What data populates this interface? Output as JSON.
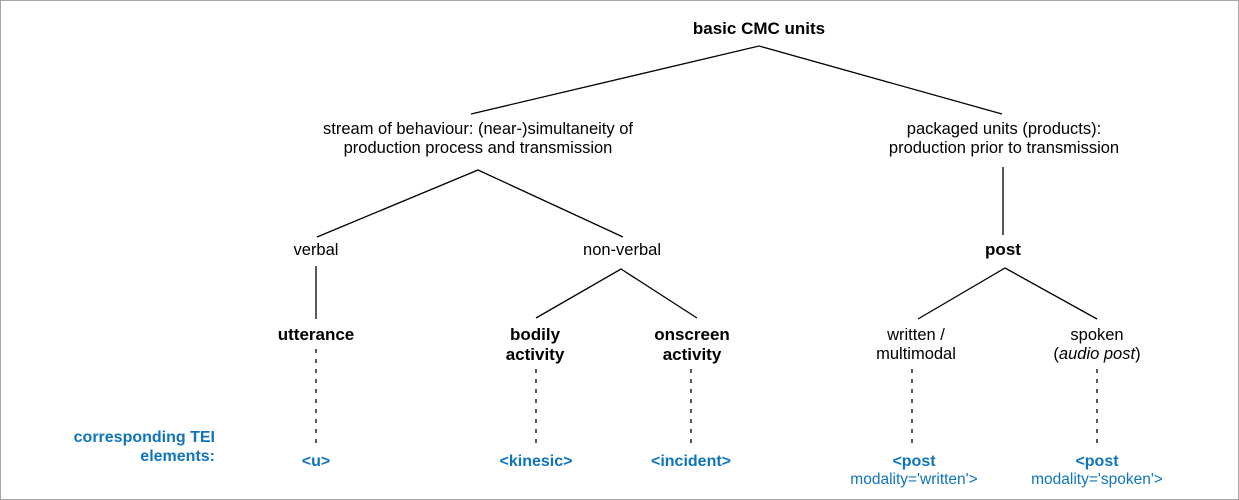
{
  "figure": {
    "title": "basic CMC units",
    "colors": {
      "text": "#000000",
      "tei_blue": "#0f74bc",
      "line": "#000000",
      "border": "#a6a6a6",
      "background": "#ffffff"
    }
  },
  "tree": {
    "root": {
      "label": "basic CMC units"
    },
    "level2": {
      "left": "stream of behaviour: (near-)simultaneity of\nproduction process and transmission",
      "right": "packaged units (products):\nproduction prior to transmission"
    },
    "level3": {
      "verbal": "verbal",
      "nonverbal": "non-verbal",
      "post": "post"
    },
    "level4": {
      "utterance": "utterance",
      "bodily_activity": "bodily\nactivity",
      "onscreen_activity": "onscreen\nactivity",
      "written_multimodal": "written /\nmultimodal",
      "spoken_line1": "spoken",
      "spoken_line2_open": "(",
      "spoken_line2_italic": "audio post",
      "spoken_line2_close": ")"
    }
  },
  "tei": {
    "legend": "corresponding TEI\nelements:",
    "u": "<u>",
    "kinesic": "<kinesic>",
    "incident": "<incident>",
    "post_written_tag": "<post",
    "post_written_attr": "modality='written'>",
    "post_spoken_tag": "<post",
    "post_spoken_attr": "modality='spoken'>"
  }
}
